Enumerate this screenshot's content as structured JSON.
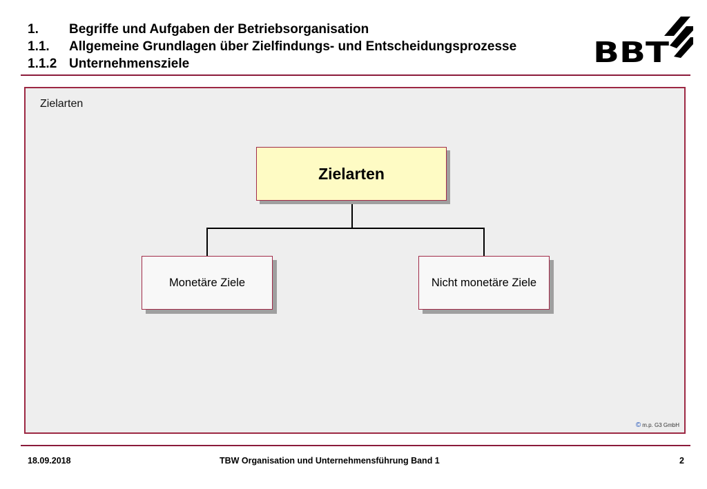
{
  "header": {
    "lines": [
      {
        "num": "1.",
        "text": "Begriffe und Aufgaben der Betriebsorganisation"
      },
      {
        "num": "1.1.",
        "text": "Allgemeine Grundlagen über Zielfindungs- und Entscheidungsprozesse"
      },
      {
        "num": "1.1.2",
        "text": "Unternehmensziele"
      }
    ],
    "logo_text": "BBT"
  },
  "panel": {
    "label": "Zielarten",
    "diagram": {
      "root": "Zielarten",
      "children": [
        "Monetäre Ziele",
        "Nicht monetäre Ziele"
      ]
    },
    "copyright_symbol": "©",
    "copyright_text": "m.p. G3 GmbH"
  },
  "footer": {
    "date": "18.09.2018",
    "title": "TBW Organisation und Unternehmensführung Band 1",
    "page": "2"
  },
  "colors": {
    "accent": "#9c2742",
    "root_box_fill": "#fefbc4",
    "panel_fill": "#eeeeee"
  }
}
